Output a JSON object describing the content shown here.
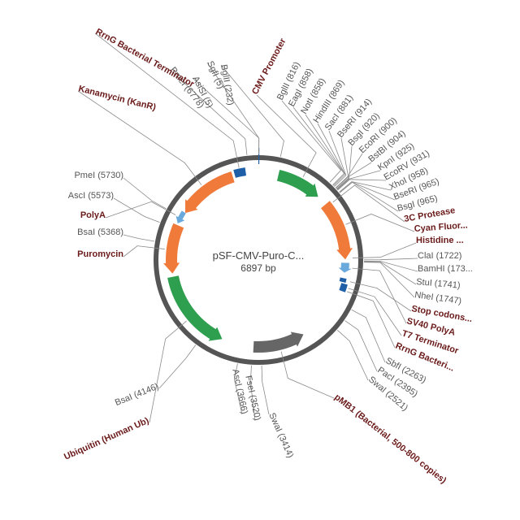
{
  "plasmid": {
    "name": "pSF-CMV-Puro-C...",
    "length_text": "6897 bp",
    "length_bp": 6897
  },
  "colors": {
    "backbone": "#555555",
    "orange": "#f07a3a",
    "green": "#2e9e4f",
    "dark_blue": "#1f5fa8",
    "light_blue": "#6aa9dc",
    "gray": "#666666",
    "feature_text": "#6b1a1a",
    "site_text": "#555555"
  },
  "features": [
    {
      "id": "f-cmv",
      "label": "CMV Promoter",
      "color": "green",
      "shape": "arrow",
      "dir": 1,
      "start": 254,
      "end": 831
    },
    {
      "id": "f-3c",
      "label": "3C Protease",
      "color": "orange",
      "shape": "arrow",
      "dir": 1,
      "start": 965,
      "end": 1718
    },
    {
      "id": "f-cfp",
      "label": "Cyan Fluor...",
      "color": "orange",
      "shape": "arrow",
      "dir": 1,
      "start": 965,
      "end": 1718
    },
    {
      "id": "f-his",
      "label": "Histidine ...",
      "color": "orange",
      "shape": "arrow",
      "dir": 1,
      "start": 1690,
      "end": 1718
    },
    {
      "id": "f-stop",
      "label": "Stop codons...",
      "color": "dark_blue",
      "shape": "box",
      "start": 1955,
      "end": 2005
    },
    {
      "id": "f-sv40",
      "label": "SV40 PolyA",
      "color": "light_blue",
      "shape": "arrow",
      "dir": 1,
      "start": 1760,
      "end": 1885
    },
    {
      "id": "f-t7",
      "label": "T7 Terminator",
      "color": "dark_blue",
      "shape": "box",
      "start": 2020,
      "end": 2115
    },
    {
      "id": "f-rrng2",
      "label": "RrnG Bacteri...",
      "color": "dark_blue",
      "shape": "box",
      "start": 2020,
      "end": 2115
    },
    {
      "id": "f-pmb1",
      "label": "pMB1 (Bacterial, 500-800 copies)",
      "color": "gray",
      "shape": "arrow",
      "dir": -1,
      "start": 2850,
      "end": 3510
    },
    {
      "id": "f-ub",
      "label": "Ubiquitin (Human Ub)",
      "color": "green",
      "shape": "arrow",
      "dir": -1,
      "start": 3920,
      "end": 4960
    },
    {
      "id": "f-puro",
      "label": "Puromycin",
      "color": "orange",
      "shape": "arrow",
      "dir": -1,
      "start": 5000,
      "end": 5620
    },
    {
      "id": "f-polya",
      "label": "PolyA",
      "color": "light_blue",
      "shape": "arrow",
      "dir": -1,
      "start": 5640,
      "end": 5800
    },
    {
      "id": "f-kan",
      "label": "Kanamycin (KanR)",
      "color": "orange",
      "shape": "arrow",
      "dir": -1,
      "start": 5800,
      "end": 6570
    },
    {
      "id": "f-rrng1",
      "label": "RrnG Bacterial Terminator",
      "color": "dark_blue",
      "shape": "box",
      "start": 6600,
      "end": 6740
    }
  ],
  "site_labels": [
    {
      "id": "s-bglii-232",
      "text": "BglII (232)",
      "kind": "site",
      "pos": 232
    },
    {
      "id": "s-sgfi-5",
      "text": "SgfI (5)",
      "kind": "site",
      "pos": 5
    },
    {
      "id": "s-asisi-5",
      "text": "AsiSI (5)",
      "kind": "site",
      "pos": 5
    },
    {
      "id": "s-pmei-6778",
      "text": "PmeI (6778)",
      "kind": "site",
      "pos": 6778
    },
    {
      "id": "s-rrng1-label",
      "text": "RrnG Bacterial Terminator",
      "kind": "feature",
      "pos": 6670
    },
    {
      "id": "s-kan-label",
      "text": "Kanamycin (KanR)",
      "kind": "feature",
      "pos": 6185
    },
    {
      "id": "s-cmv-label",
      "text": "CMV Promoter",
      "kind": "feature",
      "pos": 542
    },
    {
      "id": "s-bglii-816",
      "text": "BglII (816)",
      "kind": "site",
      "pos": 816
    },
    {
      "id": "s-eagi-858",
      "text": "EagI (858)",
      "kind": "site",
      "pos": 858
    },
    {
      "id": "s-noti-858",
      "text": "NotI (858)",
      "kind": "site",
      "pos": 858
    },
    {
      "id": "s-hindiii-869",
      "text": "HindIII (869)",
      "kind": "site",
      "pos": 869
    },
    {
      "id": "s-saci-881",
      "text": "SacI (881)",
      "kind": "site",
      "pos": 881
    },
    {
      "id": "s-bseri-914",
      "text": "BseRI (914)",
      "kind": "site",
      "pos": 914
    },
    {
      "id": "s-bsgi-920",
      "text": "BsgI (920)",
      "kind": "site",
      "pos": 920
    },
    {
      "id": "s-ecori-900",
      "text": "EcoRI (900)",
      "kind": "site",
      "pos": 900
    },
    {
      "id": "s-bstbi-904",
      "text": "BstBI (904)",
      "kind": "site",
      "pos": 904
    },
    {
      "id": "s-kpni-925",
      "text": "KpnI (925)",
      "kind": "site",
      "pos": 925
    },
    {
      "id": "s-ecorv-931",
      "text": "EcoRV (931)",
      "kind": "site",
      "pos": 931
    },
    {
      "id": "s-xhoi-958",
      "text": "XhoI (958)",
      "kind": "site",
      "pos": 958
    },
    {
      "id": "s-bseri-965",
      "text": "BseRI (965)",
      "kind": "site",
      "pos": 965
    },
    {
      "id": "s-bsgi-965",
      "text": "BsgI (965)",
      "kind": "site",
      "pos": 965
    },
    {
      "id": "s-3c-label",
      "text": "3C Protease",
      "kind": "feature",
      "pos": 1000
    },
    {
      "id": "s-cfp-label",
      "text": "Cyan Fluor...",
      "kind": "feature",
      "pos": 1300
    },
    {
      "id": "s-his-label",
      "text": "Histidine ...",
      "kind": "feature",
      "pos": 1700
    },
    {
      "id": "s-clai-1722",
      "text": "ClaI (1722)",
      "kind": "site",
      "pos": 1722
    },
    {
      "id": "s-bamhi-173",
      "text": "BamHI (173...",
      "kind": "site",
      "pos": 1735
    },
    {
      "id": "s-stui-1741",
      "text": "StuI (1741)",
      "kind": "site",
      "pos": 1741
    },
    {
      "id": "s-nhei-1747",
      "text": "NheI (1747)",
      "kind": "site",
      "pos": 1747
    },
    {
      "id": "s-stop-label",
      "text": "Stop codons...",
      "kind": "feature",
      "pos": 1980
    },
    {
      "id": "s-sv40-label",
      "text": "SV40 PolyA",
      "kind": "feature",
      "pos": 1820
    },
    {
      "id": "s-t7-label",
      "text": "T7 Terminator",
      "kind": "feature",
      "pos": 2060
    },
    {
      "id": "s-rrng2-label",
      "text": "RrnG Bacteri...",
      "kind": "feature",
      "pos": 2100
    },
    {
      "id": "s-sbfi-2263",
      "text": "SbfI (2263)",
      "kind": "site",
      "pos": 2263
    },
    {
      "id": "s-paci-2395",
      "text": "PacI (2395)",
      "kind": "site",
      "pos": 2395
    },
    {
      "id": "s-swai-2521",
      "text": "SwaI (2521)",
      "kind": "site",
      "pos": 2521
    },
    {
      "id": "s-pmb1-label",
      "text": "pMB1 (Bacterial, 500-800 copies)",
      "kind": "feature",
      "pos": 3180
    },
    {
      "id": "s-swai-3414",
      "text": "SwaI (3414)",
      "kind": "site",
      "pos": 3414
    },
    {
      "id": "s-fsei-3520",
      "text": "FseI (3520)",
      "kind": "site",
      "pos": 3520
    },
    {
      "id": "s-asci-3666",
      "text": "AscI (3666)",
      "kind": "site",
      "pos": 3666
    },
    {
      "id": "s-bsai-4146",
      "text": "BsaI (4146)",
      "kind": "site",
      "pos": 4146
    },
    {
      "id": "s-ub-label",
      "text": "Ubiquitin (Human Ub)",
      "kind": "feature",
      "pos": 4400
    },
    {
      "id": "s-puro-label",
      "text": "Puromycin",
      "kind": "feature",
      "pos": 5300
    },
    {
      "id": "s-bsai-5368",
      "text": "BsaI (5368)",
      "kind": "site",
      "pos": 5368
    },
    {
      "id": "s-polya-label",
      "text": "PolyA",
      "kind": "feature",
      "pos": 5720
    },
    {
      "id": "s-asci-5573",
      "text": "AscI (5573)",
      "kind": "site",
      "pos": 5573
    },
    {
      "id": "s-pmei-5730",
      "text": "PmeI (5730)",
      "kind": "site",
      "pos": 5730
    }
  ]
}
